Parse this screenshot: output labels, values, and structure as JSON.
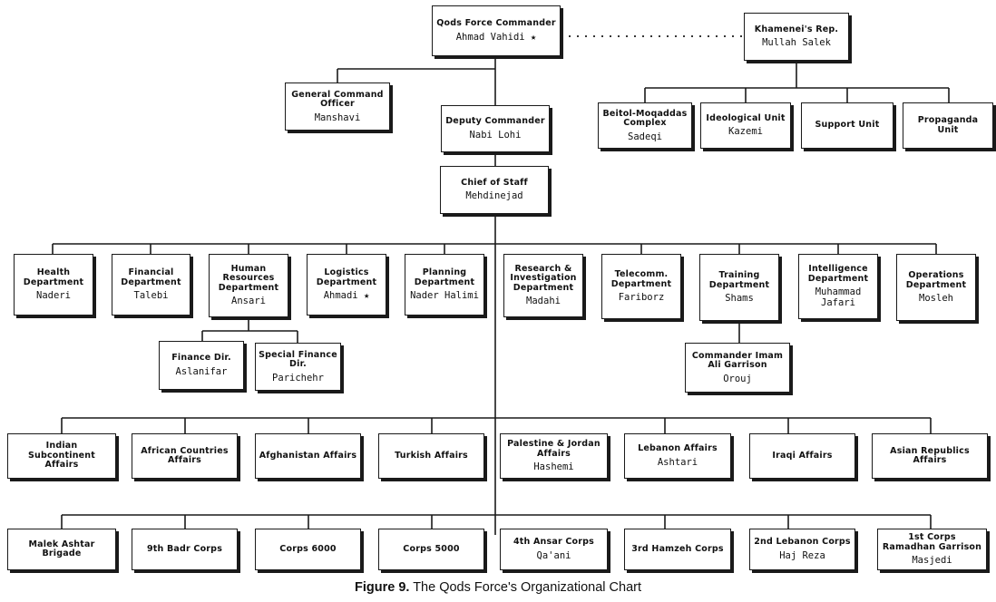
{
  "caption": {
    "label": "Figure 9.",
    "text": " The Qods Force's Organizational Chart"
  },
  "nodes": {
    "commander": {
      "title": "Qods Force Commander",
      "name": "Ahmad Vahidi ★"
    },
    "khamenei_rep": {
      "title": "Khamenei's Rep.",
      "name": "Mullah Salek"
    },
    "general_command": {
      "title": "General Command Officer",
      "name": "Manshavi"
    },
    "deputy": {
      "title": "Deputy Commander",
      "name": "Nabi Lohi"
    },
    "beitol": {
      "title": "Beitol-Moqaddas Complex",
      "name": "Sadeqi"
    },
    "ideological": {
      "title": "Ideological Unit",
      "name": "Kazemi"
    },
    "support": {
      "title": "Support Unit",
      "name": ""
    },
    "propaganda": {
      "title": "Propaganda Unit",
      "name": ""
    },
    "chief_of_staff": {
      "title": "Chief of Staff",
      "name": "Mehdinejad"
    },
    "health": {
      "title": "Health Department",
      "name": "Naderi"
    },
    "financial": {
      "title": "Financial Department",
      "name": "Talebi"
    },
    "human_resources": {
      "title": "Human Resources Department",
      "name": "Ansari"
    },
    "logistics": {
      "title": "Logistics Department",
      "name": "Ahmadi ★"
    },
    "planning": {
      "title": "Planning Department",
      "name": "Nader Halimi"
    },
    "research": {
      "title": "Research & Investigation Department",
      "name": "Madahi"
    },
    "telecomm": {
      "title": "Telecomm. Department",
      "name": "Fariborz"
    },
    "training": {
      "title": "Training Department",
      "name": "Shams"
    },
    "intelligence": {
      "title": "Intelligence Department",
      "name": "Muhammad Jafari"
    },
    "operations": {
      "title": "Operations Department",
      "name": "Mosleh"
    },
    "finance_dir": {
      "title": "Finance Dir.",
      "name": "Aslanifar"
    },
    "special_finance": {
      "title": "Special Finance Dir.",
      "name": "Parichehr"
    },
    "imam_ali": {
      "title": "Commander Imam Ali Garrison",
      "name": "Orouj"
    },
    "indian": {
      "title": "Indian Subcontinent Affairs",
      "name": ""
    },
    "african": {
      "title": "African Countries Affairs",
      "name": ""
    },
    "afghanistan": {
      "title": "Afghanistan Affairs",
      "name": ""
    },
    "turkish": {
      "title": "Turkish Affairs",
      "name": ""
    },
    "palestine": {
      "title": "Palestine & Jordan Affairs",
      "name": "Hashemi"
    },
    "lebanon": {
      "title": "Lebanon Affairs",
      "name": "Ashtari"
    },
    "iraqi": {
      "title": "Iraqi Affairs",
      "name": ""
    },
    "asian": {
      "title": "Asian Republics Affairs",
      "name": ""
    },
    "malek": {
      "title": "Malek Ashtar Brigade",
      "name": ""
    },
    "badr": {
      "title": "9th Badr Corps",
      "name": ""
    },
    "corps6000": {
      "title": "Corps 6000",
      "name": ""
    },
    "corps5000": {
      "title": "Corps 5000",
      "name": ""
    },
    "ansar": {
      "title": "4th Ansar Corps",
      "name": "Qa'ani"
    },
    "hamzeh": {
      "title": "3rd Hamzeh Corps",
      "name": ""
    },
    "lebanon2": {
      "title": "2nd Lebanon Corps",
      "name": "Haj Reza"
    },
    "ramadhan": {
      "title": "1st Corps Ramadhan Garrison",
      "name": "Masjedi"
    }
  }
}
